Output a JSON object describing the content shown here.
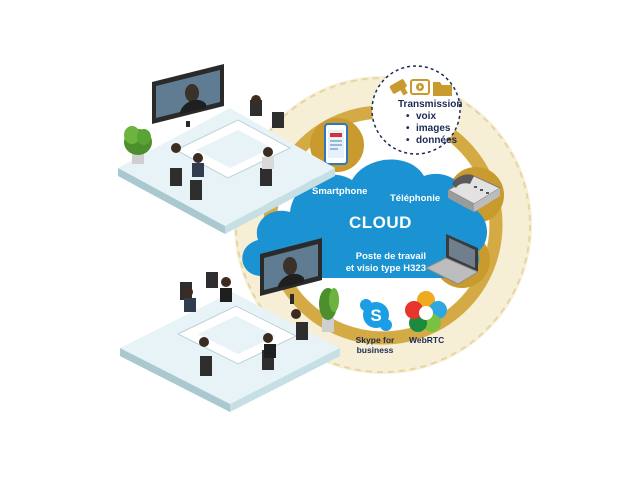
{
  "diagram": {
    "cloud_title": "CLOUD",
    "smartphone": "Smartphone",
    "telephonie": "Téléphonie",
    "poste_line1": "Poste de travail",
    "poste_line2": "et visio type H323",
    "transmission": {
      "title": "Transmission",
      "items": [
        "voix",
        "images",
        "données"
      ]
    },
    "skype_line1": "Skype for",
    "skype_line2": "business",
    "webrtc": "WebRTC"
  },
  "colors": {
    "cloud_blue": "#1b93d3",
    "gold": "#c99a2e",
    "light_ring": "#f5eccd",
    "navy_text": "#1c2a55",
    "floor_top": "#e7f3f6",
    "floor_side": "#a9c8d0"
  },
  "icons": [
    "smartphone-icon",
    "desk-phone-icon",
    "laptop-icon",
    "microphone-icon",
    "video-play-icon",
    "folder-icon",
    "skype-icon",
    "webrtc-icon",
    "plant-icon",
    "video-screen-icon"
  ]
}
